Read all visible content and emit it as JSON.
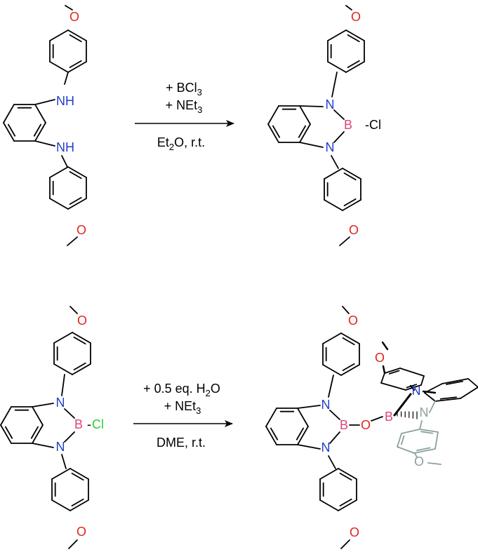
{
  "colors": {
    "N": "#1f3fc8",
    "O": "#e0251b",
    "B": "#e0447a",
    "Cl": "#2ecc2e",
    "bond": "#000000",
    "faded": "#8aa0a0"
  },
  "atoms": {
    "N": "N",
    "NH": "NH",
    "O": "O",
    "B": "B",
    "Cl": "Cl",
    "dash_Cl": "-Cl"
  },
  "reaction1": {
    "line1_pre": "+ BCl",
    "line1_sub": "3",
    "line2_pre": "+ NEt",
    "line2_sub": "3",
    "line3_a": "Et",
    "line3_sub": "2",
    "line3_b": "O, r.t."
  },
  "reaction2": {
    "line1_pre": "+ 0.5 eq. H",
    "line1_sub": "2",
    "line1_post": "O",
    "line2_pre": "+ NEt",
    "line2_sub": "3",
    "line3": "DME, r.t."
  }
}
